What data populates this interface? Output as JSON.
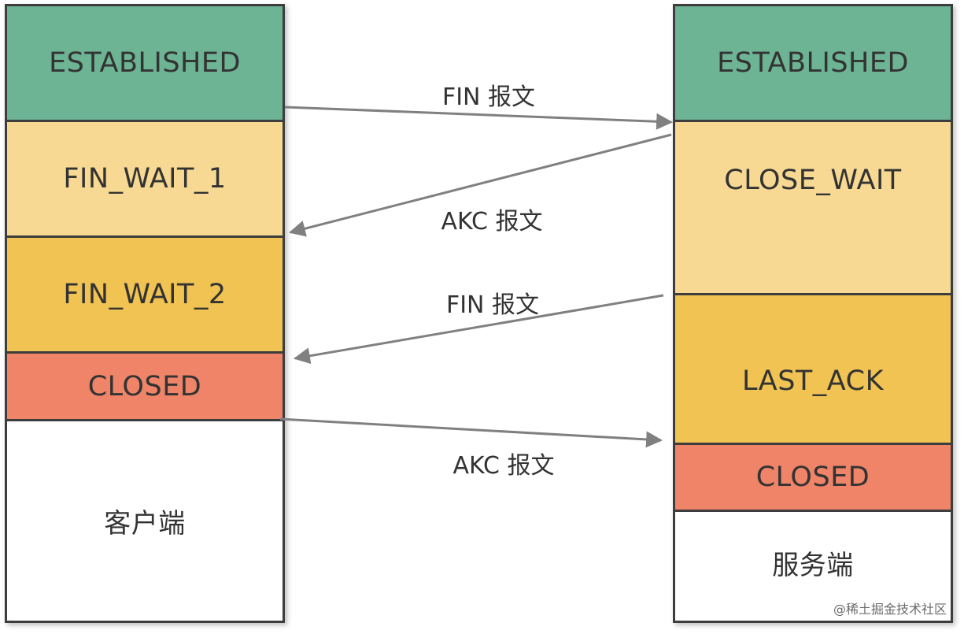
{
  "client": {
    "states": [
      "ESTABLISHED",
      "FIN_WAIT_1",
      "FIN_WAIT_2",
      "CLOSED"
    ],
    "label": "客户端"
  },
  "server": {
    "states": [
      "ESTABLISHED",
      "CLOSE_WAIT",
      "LAST_ACK",
      "CLOSED"
    ],
    "label": "服务端"
  },
  "messages": [
    "FIN 报文",
    "AKC 报文",
    "FIN 报文",
    "AKC 报文"
  ],
  "watermark": "@稀土掘金技术社区",
  "colors": {
    "established": "#6db494",
    "fin_wait_1": "#f7d993",
    "fin_wait_2": "#f0c352",
    "close_wait": "#f7d993",
    "last_ack": "#f0c352",
    "closed": "#ef8468",
    "border": "#3d3d3d",
    "arrow": "#808080"
  }
}
